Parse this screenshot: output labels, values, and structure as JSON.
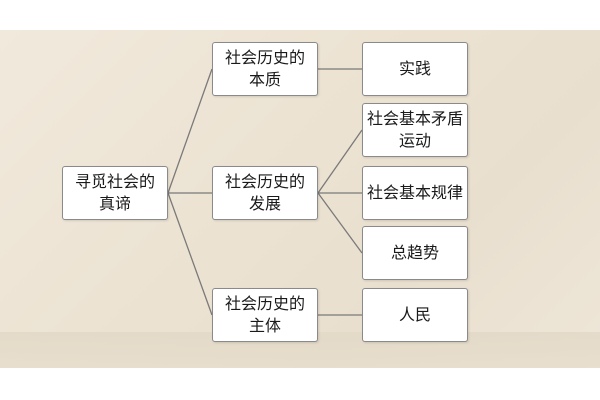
{
  "diagram": {
    "root": {
      "label": "寻觅社会的\n真谛"
    },
    "branches": [
      {
        "label": "社会历史的\n本质",
        "children": [
          {
            "label": "实践"
          }
        ]
      },
      {
        "label": "社会历史的\n发展",
        "children": [
          {
            "label": "社会基本矛盾\n运动"
          },
          {
            "label": "社会基本规律"
          },
          {
            "label": "总趋势"
          }
        ]
      },
      {
        "label": "社会历史的\n主体",
        "children": [
          {
            "label": "人民"
          }
        ]
      }
    ]
  },
  "colors": {
    "node_border": "#8a8a8a",
    "connector": "#7a7a7a",
    "background": "#ece3d3"
  }
}
